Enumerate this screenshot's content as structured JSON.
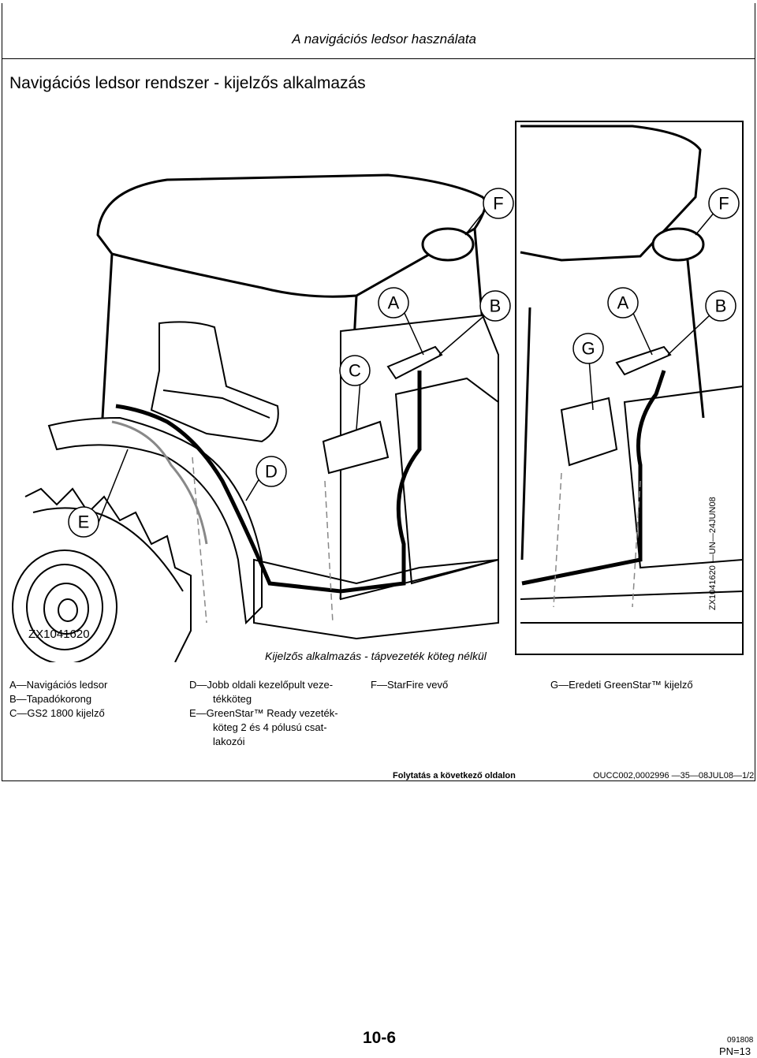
{
  "header": {
    "section_title": "A navigációs ledsor használata"
  },
  "page_title": "Navigációs ledsor rendszer - kijelzős alkalmazás",
  "figure": {
    "id_left": "ZX1041620",
    "id_vertical": "ZX1041620 —UN—24JUN08",
    "caption": "Kijelzős alkalmazás - tápvezeték köteg nélkül",
    "callouts_left": [
      "F",
      "A",
      "B",
      "C",
      "D",
      "E"
    ],
    "callouts_right": [
      "F",
      "A",
      "B",
      "G"
    ]
  },
  "legend": {
    "col1": [
      "A—Navigációs ledsor",
      "B—Tapadókorong",
      "C—GS2 1800 kijelző"
    ],
    "col2": [
      "D—Jobb oldali kezelőpult veze-",
      "tékköteg",
      "E—GreenStar™ Ready vezeték-",
      "köteg 2 és 4 pólusú csat-",
      "lakozói"
    ],
    "col3": [
      "F—StarFire vevő"
    ],
    "col4": [
      "G—Eredeti GreenStar™ kijelző"
    ]
  },
  "footer": {
    "continued": "Folytatás a következő oldalon",
    "code": "OUCC002,0002996   —35—08JUL08—1/2"
  },
  "page_number": "10-6",
  "date_code": "091808",
  "pn": "PN=13"
}
